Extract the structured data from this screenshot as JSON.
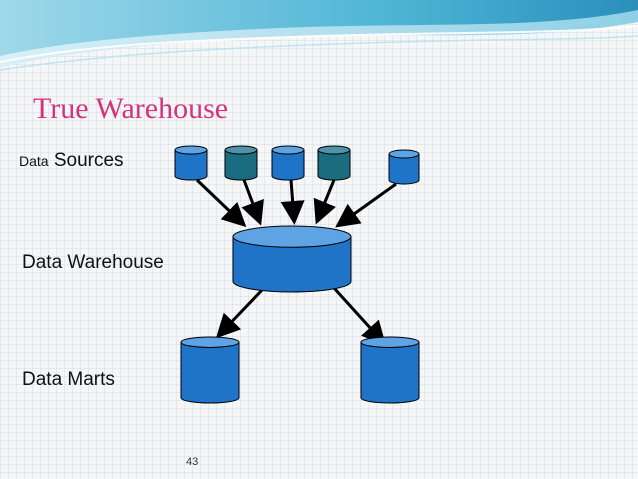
{
  "slide": {
    "title": "True Warehouse",
    "labels": {
      "sources_prefix": "Data",
      "sources_suffix": "Sources",
      "warehouse": "Data Warehouse",
      "marts": "Data Marts"
    },
    "page_number": "43"
  },
  "colors": {
    "title": "#d6337a",
    "db_blue": "#1f74c8",
    "db_blue_top": "#5ea3e3",
    "db_teal": "#1c6c80",
    "db_teal_top": "#4f93a6",
    "stroke": "#000000"
  },
  "diagram": {
    "nodes": [
      {
        "id": "source-1",
        "kind": "source",
        "color": "blue"
      },
      {
        "id": "source-2",
        "kind": "source",
        "color": "teal"
      },
      {
        "id": "source-3",
        "kind": "source",
        "color": "blue"
      },
      {
        "id": "source-4",
        "kind": "source",
        "color": "teal"
      },
      {
        "id": "source-5",
        "kind": "source",
        "color": "blue"
      },
      {
        "id": "warehouse",
        "kind": "warehouse",
        "color": "blue"
      },
      {
        "id": "mart-1",
        "kind": "mart",
        "color": "blue"
      },
      {
        "id": "mart-2",
        "kind": "mart",
        "color": "blue"
      }
    ],
    "edges": [
      {
        "from": "source-1",
        "to": "warehouse"
      },
      {
        "from": "source-2",
        "to": "warehouse"
      },
      {
        "from": "source-3",
        "to": "warehouse"
      },
      {
        "from": "source-4",
        "to": "warehouse"
      },
      {
        "from": "source-5",
        "to": "warehouse"
      },
      {
        "from": "warehouse",
        "to": "mart-1"
      },
      {
        "from": "warehouse",
        "to": "mart-2"
      }
    ]
  }
}
